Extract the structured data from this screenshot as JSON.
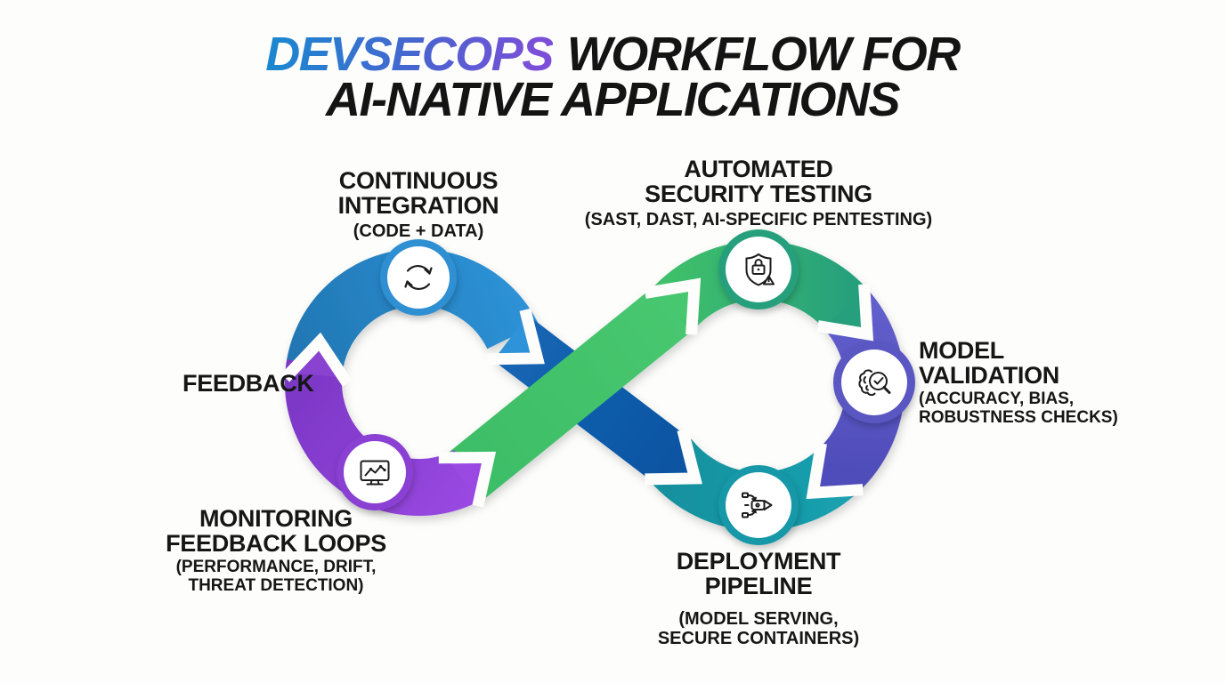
{
  "title": {
    "line1_highlight": "DEVSECOPS",
    "line1_rest": "WORKFLOW FOR",
    "line2": "AI-NATIVE APPLICATIONS"
  },
  "feedback_label": "FEEDBACK",
  "stages": [
    {
      "id": "continuous-integration",
      "title_line1": "CONTINUOUS",
      "title_line2": "INTEGRATION",
      "subtitle_line1": "(CODE + DATA)",
      "icon": "sync-cycle-icon",
      "color": "#2e8fd2"
    },
    {
      "id": "automated-security-testing",
      "title_line1": "AUTOMATED",
      "title_line2": "SECURITY TESTING",
      "subtitle_line1": "(SAST, DAST, AI-SPECIFIC PENTESTING)",
      "icon": "shield-lock-alert-icon",
      "color": "#28a07b"
    },
    {
      "id": "model-validation",
      "title_line1": "MODEL",
      "title_line2": "VALIDATION",
      "subtitle_line1": "(ACCURACY, BIAS,",
      "subtitle_line2": "ROBUSTNESS CHECKS)",
      "icon": "brain-magnifier-check-icon",
      "color": "#5a57c2"
    },
    {
      "id": "deployment-pipeline",
      "title_line1": "DEPLOYMENT",
      "title_line2": "PIPELINE",
      "subtitle_line1": "(MODEL SERVING,",
      "subtitle_line2": "SECURE CONTAINERS)",
      "icon": "rocket-pipeline-icon",
      "color": "#1798a8"
    },
    {
      "id": "monitoring-feedback-loops",
      "title_line1": "MONITORING",
      "title_line2": "FEEDBACK LOOPS",
      "subtitle_line1": "(PERFORMANCE, DRIFT,",
      "subtitle_line2": "THREAT DETECTION)",
      "icon": "monitor-chart-icon",
      "color": "#8a3fd3"
    }
  ],
  "colors": {
    "background": "#fdfdfc",
    "title-black": "#141414",
    "title-grad-start": "#1d86d0",
    "title-grad-end": "#7b4fd8",
    "ci-blue": "#2e8fd2",
    "diag-blue": "#1161ae",
    "green-bright": "#42c169",
    "green-teal": "#28a07b",
    "indigo": "#5a57c2",
    "teal": "#1798a8",
    "purple": "#8a3fd3"
  }
}
